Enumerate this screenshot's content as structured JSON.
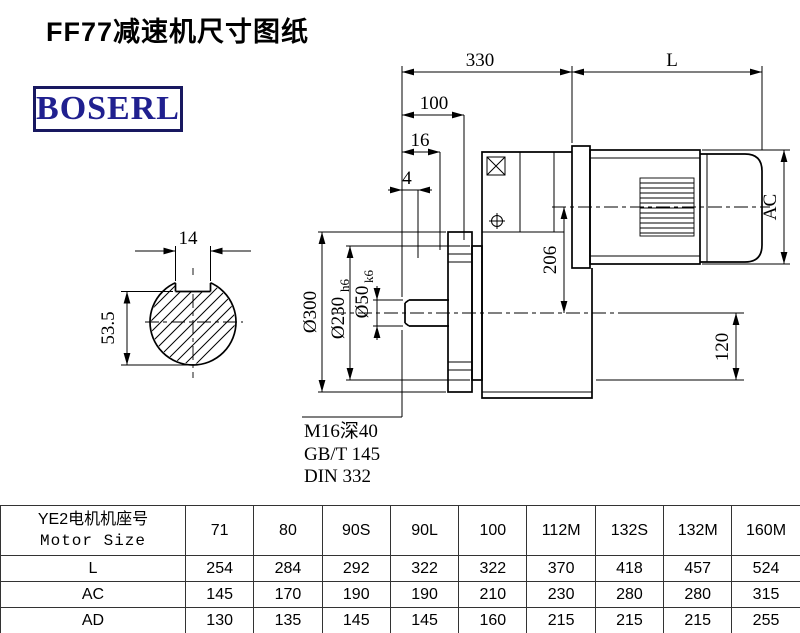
{
  "page": {
    "title": "FF77减速机尺寸图纸",
    "logo": "BOSERL"
  },
  "colors": {
    "logo_blue": "#20208f",
    "line": "#000000"
  },
  "drawing": {
    "dims": {
      "keyway_width": "14",
      "keyway_height": "53.5",
      "top_330": "330",
      "top_L": "L",
      "top_100": "100",
      "top_16": "16",
      "top_4": "4",
      "flange_od": "Ø300",
      "spigot_d_main": "Ø230",
      "spigot_d_sub": "h6",
      "shaft_d_main": "Ø50",
      "shaft_d_sub": "k6",
      "height_206": "206",
      "height_120": "120",
      "motor_ac": "AC"
    },
    "notes": [
      "M16深40",
      "GB/T 145",
      "DIN 332"
    ]
  },
  "table": {
    "header_col_line1": "YE2电机机座号",
    "header_col_line2": "Motor Size",
    "motor_sizes": [
      "71",
      "80",
      "90S",
      "90L",
      "100",
      "112M",
      "132S",
      "132M",
      "160M"
    ],
    "rows": [
      {
        "label": "L",
        "values": [
          "254",
          "284",
          "292",
          "322",
          "322",
          "370",
          "418",
          "457",
          "524"
        ]
      },
      {
        "label": "AC",
        "values": [
          "145",
          "170",
          "190",
          "190",
          "210",
          "230",
          "280",
          "280",
          "315"
        ]
      },
      {
        "label": "AD",
        "values": [
          "130",
          "135",
          "145",
          "145",
          "160",
          "215",
          "215",
          "215",
          "255"
        ]
      }
    ]
  }
}
